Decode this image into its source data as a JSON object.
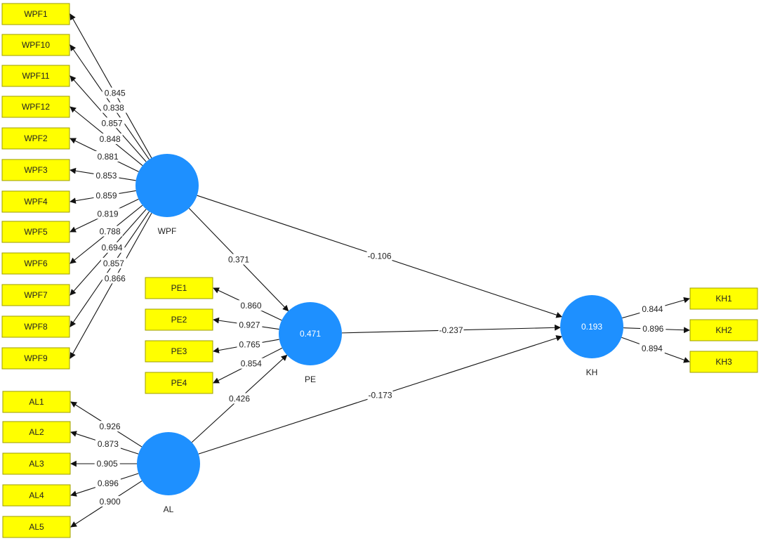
{
  "latents": {
    "WPF": {
      "label": "WPF",
      "r2": ""
    },
    "PE": {
      "label": "PE",
      "r2": "0.471"
    },
    "AL": {
      "label": "AL",
      "r2": ""
    },
    "KH": {
      "label": "KH",
      "r2": "0.193"
    }
  },
  "indicators": {
    "WPF": [
      "WPF1",
      "WPF10",
      "WPF11",
      "WPF12",
      "WPF2",
      "WPF3",
      "WPF4",
      "WPF5",
      "WPF6",
      "WPF7",
      "WPF8",
      "WPF9"
    ],
    "PE": [
      "PE1",
      "PE2",
      "PE3",
      "PE4"
    ],
    "AL": [
      "AL1",
      "AL2",
      "AL3",
      "AL4",
      "AL5"
    ],
    "KH": [
      "KH1",
      "KH2",
      "KH3"
    ]
  },
  "loadings": {
    "WPF": [
      "0.845",
      "0.838",
      "0.857",
      "0.848",
      "0.881",
      "0.853",
      "0.859",
      "0.819",
      "0.788",
      "0.694",
      "0.857",
      "0.866"
    ],
    "PE": [
      "0.860",
      "0.927",
      "0.765",
      "0.854"
    ],
    "AL": [
      "0.926",
      "0.873",
      "0.905",
      "0.896",
      "0.900"
    ],
    "KH": [
      "0.844",
      "0.896",
      "0.894"
    ]
  },
  "paths": [
    {
      "from": "WPF",
      "to": "PE",
      "coef": "0.371"
    },
    {
      "from": "WPF",
      "to": "KH",
      "coef": "-0.106"
    },
    {
      "from": "PE",
      "to": "KH",
      "coef": "-0.237"
    },
    {
      "from": "AL",
      "to": "PE",
      "coef": "0.426"
    },
    {
      "from": "AL",
      "to": "KH",
      "coef": "-0.173"
    }
  ]
}
